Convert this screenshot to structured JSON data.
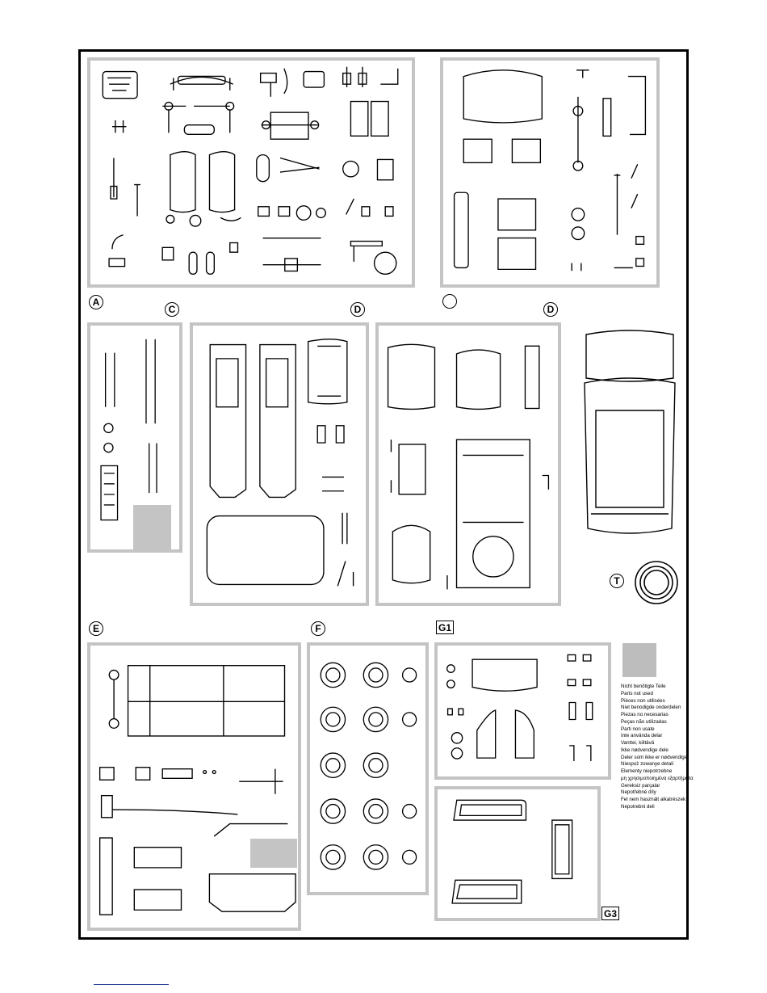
{
  "labels": {
    "a": "A",
    "c": "C",
    "d_left": "D",
    "d_right": "D",
    "e": "E",
    "f": "F",
    "g1": "G1",
    "g3": "G3",
    "t": "T",
    "unlabeled_marker": ""
  },
  "legend": {
    "swatch_color": "#bdbdbd",
    "items": [
      "Nicht benötigte Teile",
      "Parts not used",
      "Pièces non utilisées",
      "Niet benodigde onderdelen",
      "Piezas no necesarias",
      "Peças não utilizadas",
      "Parti non usate",
      "Inte använda delar",
      "Vanttei, kiiltävä",
      "Ikke nødvendige dele",
      "Deler som ikke er nødvendige",
      "Niespoż zowanye detali",
      "Elementy niepotrzebne",
      "μη χρησιμοποιημένα εξαρτήματα",
      "Gereksiz parçalar",
      "Nepotřebné díly",
      "Fel nem használt alkatrészek",
      "Nepotrebni deli"
    ]
  },
  "colors": {
    "frame": "#000000",
    "sprue_border": "#c4c4c4",
    "not_used_fill": "#c4c4c4",
    "footer_line": "#2a3f9a"
  }
}
